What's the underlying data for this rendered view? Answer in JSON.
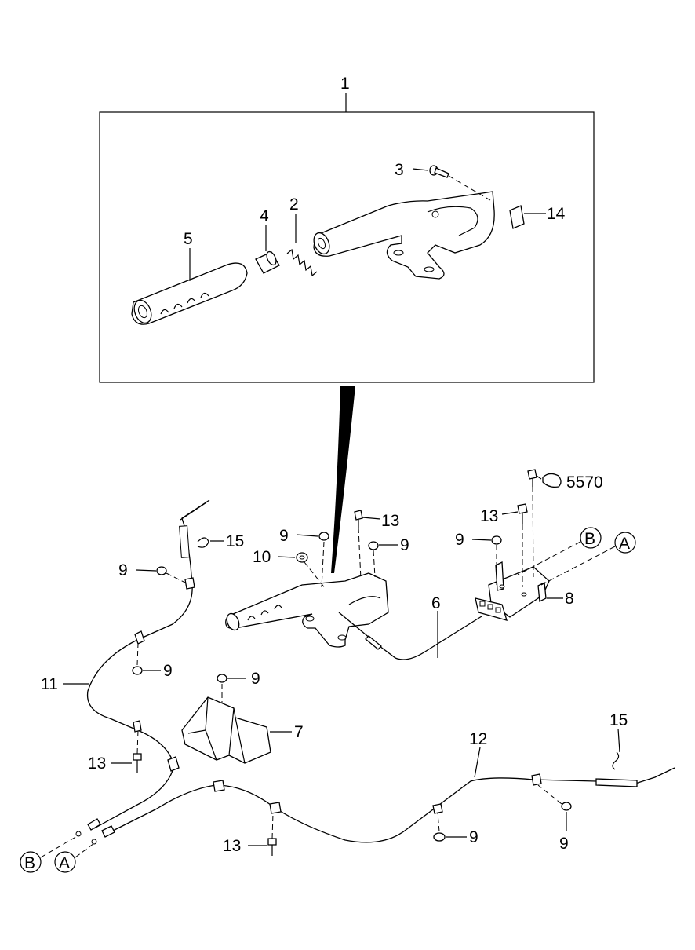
{
  "callouts": {
    "c1": "1",
    "c2": "2",
    "c3": "3",
    "c4": "4",
    "c5": "5",
    "c14": "14",
    "c15_top": "15",
    "c13_a": "13",
    "c9_a": "9",
    "c10": "10",
    "c9_b": "9",
    "c5570": "5570",
    "c13_b": "13",
    "c9_c": "9",
    "c6": "6",
    "c8": "8",
    "c9_d": "9",
    "c11": "11",
    "c9_e": "9",
    "c9_f": "9",
    "c7": "7",
    "c13_c": "13",
    "c12": "12",
    "c15_right": "15",
    "c13_d": "13",
    "c9_g": "9",
    "c9_h": "9"
  },
  "refs": {
    "ref_B_top": "B",
    "ref_A_top": "A",
    "ref_B_bottom": "B",
    "ref_A_bottom": "A"
  }
}
